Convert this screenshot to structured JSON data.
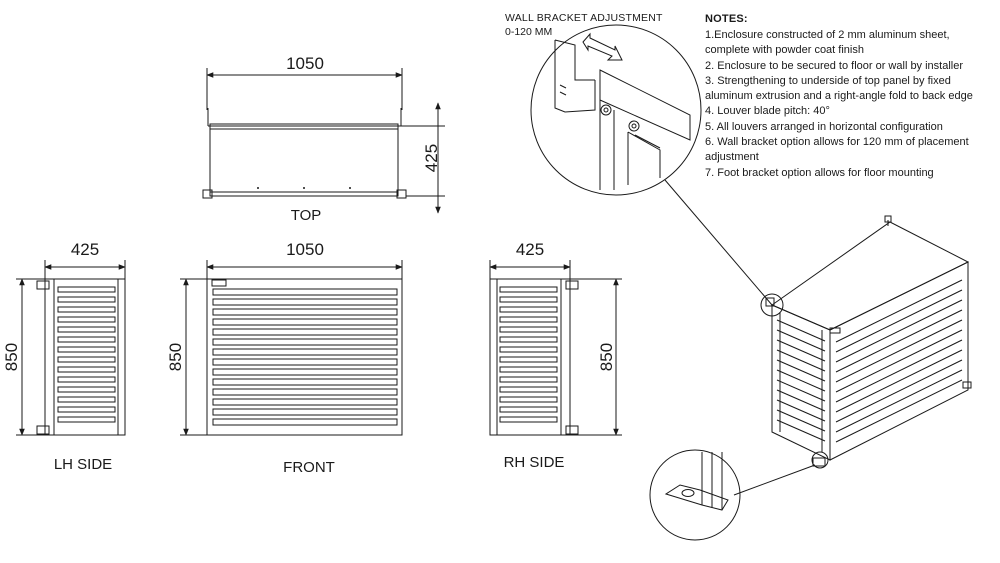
{
  "dimensions": {
    "top_width": "1050",
    "top_depth": "425",
    "lh_width": "425",
    "lh_height": "850",
    "front_width": "1050",
    "front_height": "850",
    "rh_width": "425",
    "rh_height": "850"
  },
  "views": {
    "top": "TOP",
    "lh_side": "LH SIDE",
    "front": "FRONT",
    "rh_side": "RH SIDE"
  },
  "callout": {
    "title": "WALL BRACKET ADJUSTMENT",
    "subtitle": "0-120 MM"
  },
  "notes": {
    "heading": "NOTES:",
    "items": [
      "1.Enclosure constructed of 2 mm aluminum sheet, complete with powder coat finish",
      "2. Enclosure to be secured to floor or wall by installer",
      "3. Strengthening to underside of top panel by fixed aluminum extrusion and a right-angle fold to back edge",
      "4. Louver blade pitch: 40°",
      "5. All louvers arranged in horizontal configuration",
      "6. Wall bracket option allows for 120 mm of placement adjustment",
      "7. Foot bracket option allows for floor mounting"
    ]
  },
  "colors": {
    "line": "#1a1a1a",
    "background": "#ffffff"
  }
}
